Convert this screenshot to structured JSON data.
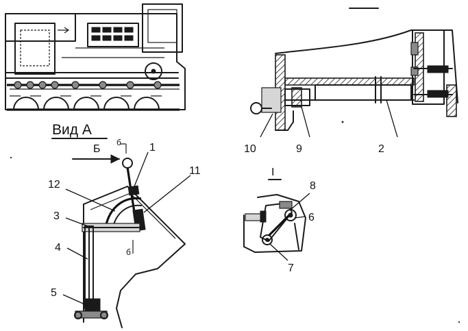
{
  "view_title": "Вид А",
  "view_letter": "Б",
  "section_label": "I",
  "section_mark": "б",
  "labels": {
    "p1": "1",
    "p2": "2",
    "p3": "3",
    "p4": "4",
    "p5": "5",
    "p6": "6",
    "p7": "7",
    "p8": "8",
    "p9": "9",
    "p10": "10",
    "p11": "11",
    "p12": "12"
  }
}
